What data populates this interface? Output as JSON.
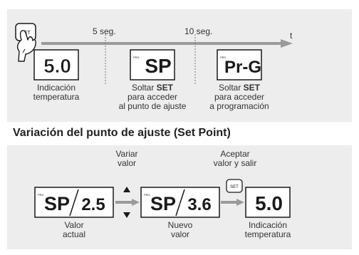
{
  "timeline": {
    "label_5s": "5 seg.",
    "label_10s": "10 seg.",
    "axis_label": "t",
    "set_button_label": "SET",
    "prg_tag": "PRG",
    "displays": {
      "temperature": "5.0",
      "setpoint": "SP",
      "programming": "Pr-G"
    },
    "captions": {
      "temperature_line1": "Indicación",
      "temperature_line2": "temperatura",
      "setpoint_line1_a": "Soltar ",
      "setpoint_line1_b": "SET",
      "setpoint_line2": "para acceder",
      "setpoint_line3": "al punto de ajuste",
      "programming_line1_a": "Soltar ",
      "programming_line1_b": "SET",
      "programming_line2": "para acceder",
      "programming_line3": "a programación"
    }
  },
  "setpoint_section": {
    "title": "Variación del punto de ajuste (Set Point)",
    "vary_line1": "Variar",
    "vary_line2": "valor",
    "accept_line1": "Aceptar",
    "accept_line2": "valor y salir",
    "set_button_label": "SET",
    "current_display": {
      "code": "SP",
      "value": "2.5"
    },
    "new_display": {
      "code": "SP",
      "value": "3.6"
    },
    "final_display": "5.0",
    "current_caption_line1": "Valor",
    "current_caption_line2": "actual",
    "new_caption_line1": "Nuevo",
    "new_caption_line2": "valor",
    "final_caption_line1": "Indicación",
    "final_caption_line2": "temperatura"
  },
  "colors": {
    "panel": "#ededed",
    "arrow": "#9a9a9a",
    "text": "#333333",
    "dark": "#1a1a1a"
  }
}
